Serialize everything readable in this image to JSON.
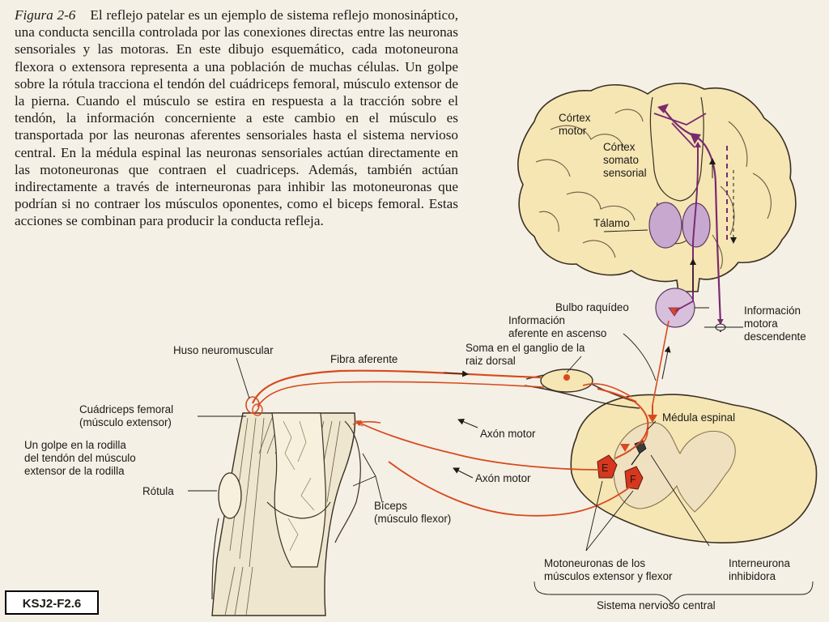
{
  "caption": {
    "figure_label": "Figura 2-6",
    "text": "El reflejo patelar es un ejemplo de sistema reflejo monosináptico, una conducta sencilla controlada por las conexiones directas entre las neuronas sensoriales y las motoras. En este dibujo esquemático, cada motoneurona flexora o extensora representa a una población de muchas células. Un golpe sobre la rótula tracciona el tendón del cuádriceps femoral, músculo extensor de la pierna. Cuando el músculo se estira en respuesta a la tracción sobre el tendón, la información concerniente a este cambio en el músculo es transportada por las neuronas aferentes sensoriales hasta el sistema nervioso central. En la médula espinal las neuronas sensoriales actúan directamente en las motoneuronas que contraen el cuadriceps. Además, también actúan indirectamente a través de interneuronas para inhibir las motoneuronas que podrían si no contraer los músculos oponentes, como el biceps femoral. Estas acciones se combinan para producir la conducta refleja."
  },
  "labels": {
    "cortex_motor_1": "Córtex",
    "cortex_motor_2": "motor",
    "cortex_sens_1": "Córtex",
    "cortex_sens_2": "somato",
    "cortex_sens_3": "sensorial",
    "thalamus": "Tálamo",
    "bulbo": "Bulbo raquídeo",
    "info_desc_1": "Información",
    "info_desc_2": "motora",
    "info_desc_3": "descendente",
    "info_asc_1": "Información",
    "info_asc_2": "aferente en ascenso",
    "soma_1": "Soma en el ganglio de la",
    "soma_2": "raiz dorsal",
    "huso": "Huso neuromuscular",
    "fibra": "Fibra aferente",
    "quad_1": "Cuádriceps femoral",
    "quad_2": "(músculo extensor)",
    "golpe_1": "Un golpe en la rodilla",
    "golpe_2": "del tendón del músculo",
    "golpe_3": "extensor de la rodilla",
    "rotula": "Rótula",
    "axon_1": "Axón motor",
    "axon_2": "Axón motor",
    "biceps_1": "Bíceps",
    "biceps_2": "(músculo flexor)",
    "medula": "Médula espinal",
    "moto_1": "Motoneuronas de los",
    "moto_2": "músculos extensor y flexor",
    "inter_1": "Interneurona",
    "inter_2": "inhibidora",
    "snc": "Sistema nervioso central",
    "neuron_e": "E",
    "neuron_f": "F"
  },
  "figure_tag": "KSJ2-F2.6",
  "colors": {
    "brain_fill": "#f5e6b4",
    "thalamus_fill": "#c9a8cf",
    "motor_path": "#7b2a6e",
    "sensory_path": "#d84a1e",
    "neuron_red": "#d6371e",
    "cord_fill": "#f5e6b4"
  }
}
